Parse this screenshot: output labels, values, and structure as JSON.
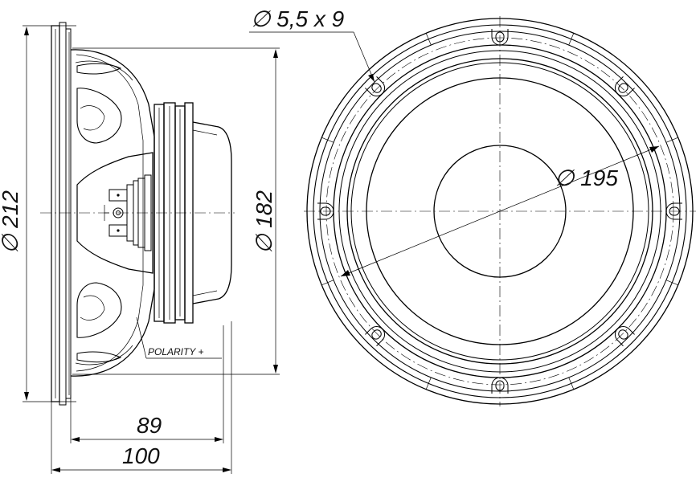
{
  "dimensions": {
    "overall_diameter": "∅ 212",
    "magnet_diameter": "∅ 182",
    "bolt_circle": "∅ 195",
    "mounting_hole": "∅ 5,5 x 9",
    "depth_motor": "89",
    "depth_total": "100"
  },
  "labels": {
    "polarity": "POLARITY +"
  },
  "colors": {
    "line": "#000000",
    "background": "#ffffff"
  }
}
